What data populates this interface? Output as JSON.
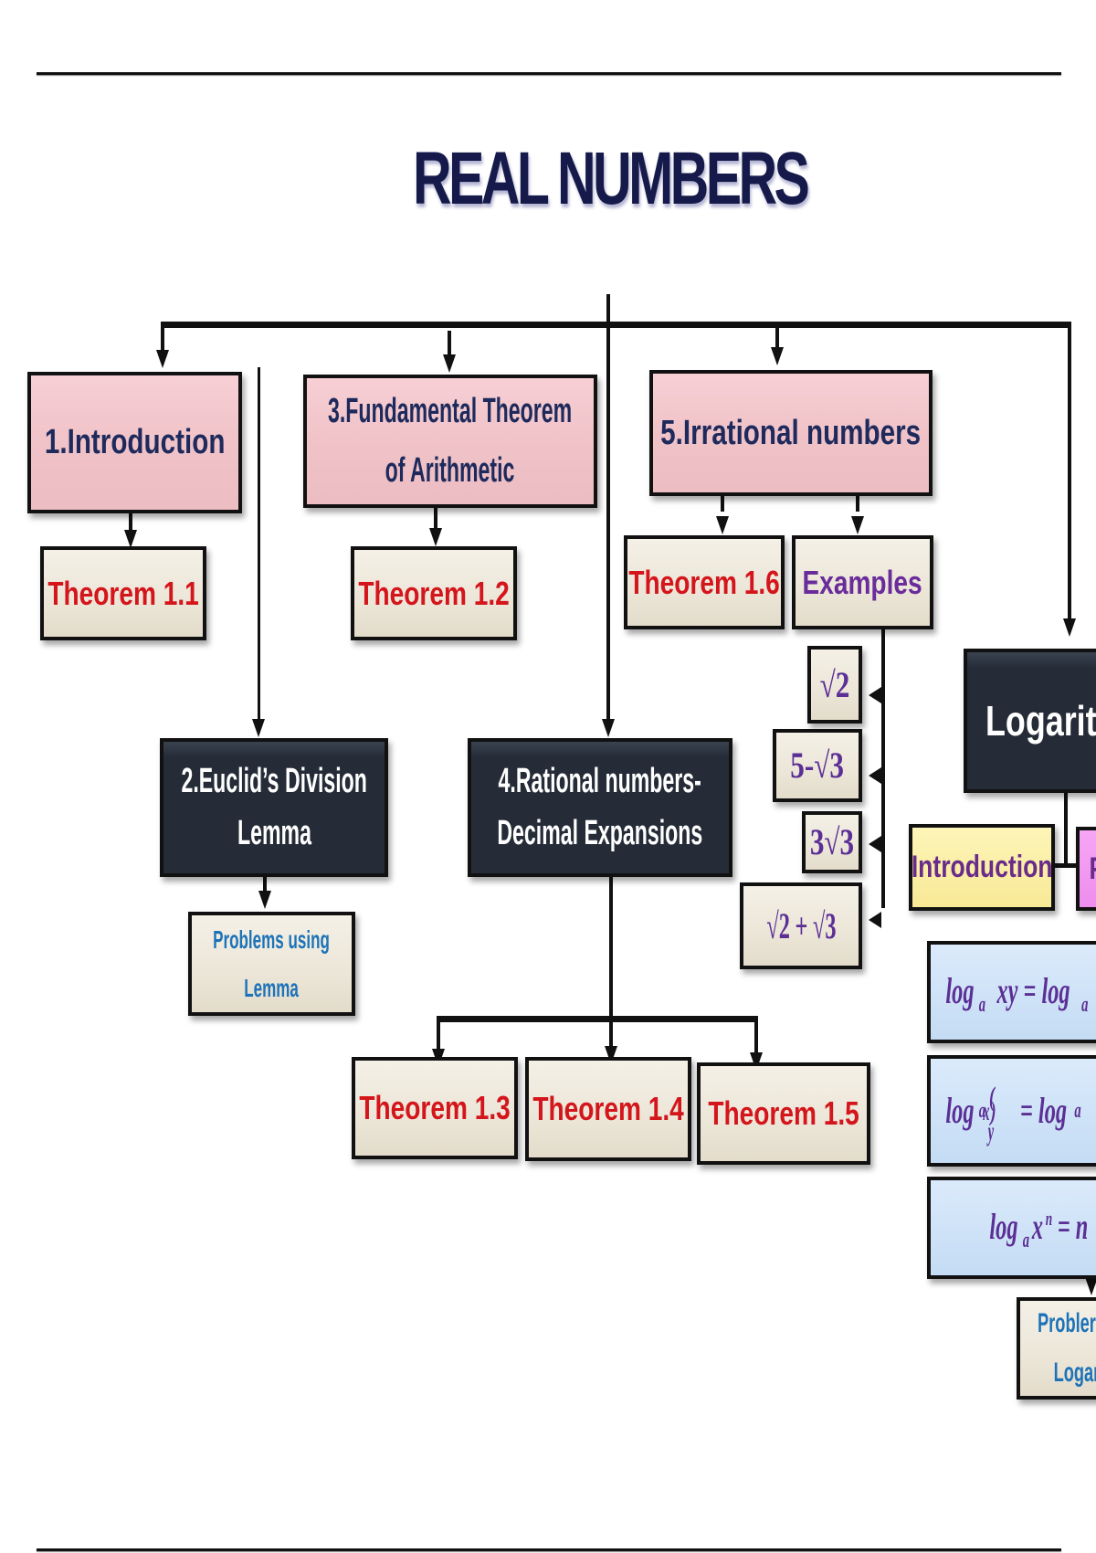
{
  "title": "REAL NUMBERS",
  "nodes": {
    "introduction": "1.Introduction",
    "theorem_1_1": "Theorem 1.1",
    "euclid_line1": "2.Euclid’s Division",
    "euclid_line2": "Lemma",
    "problems_lemma_line1": "Problems using",
    "problems_lemma_line2": "Lemma",
    "fta_line1": "3.Fundamental Theorem",
    "fta_line2": "of Arithmetic",
    "theorem_1_2": "Theorem 1.2",
    "rational_line1": "4.Rational numbers-",
    "rational_line2": "Decimal Expansions",
    "theorem_1_3": "Theorem 1.3",
    "theorem_1_4": "Theorem 1.4",
    "theorem_1_5": "Theorem 1.5",
    "irrational": "5.Irrational numbers",
    "theorem_1_6": "Theorem 1.6",
    "examples": "Examples",
    "example_1": "√2",
    "example_2": "5-√3",
    "example_3": "3√3",
    "example_4_a": "√2",
    "example_4_op": " + ",
    "example_4_b": "√3",
    "logarithms": "Logarith",
    "log_introduction": "Introduction",
    "log_magenta_partial": "P",
    "log_rule_1_lhs": "log",
    "log_rule_1_sub": "a",
    "log_rule_1_rest": "xy = log",
    "log_rule_1_sub2": "a",
    "log_rule_2_lhs": "log",
    "log_rule_2_sub": "a",
    "log_rule_2_num": "x",
    "log_rule_2_den": "y",
    "log_rule_2_rest": " = log",
    "log_rule_2_sub2": "a",
    "log_rule_3_lhs": "log",
    "log_rule_3_sub": "a",
    "log_rule_3_x": "x",
    "log_rule_3_sup": "n",
    "log_rule_3_rest": " = n",
    "problems_log_line1": "Probler",
    "problems_log_line2": "Logar"
  },
  "colors": {
    "title": "#151a4a",
    "theorem_text": "#d4151b",
    "problems_text": "#1d73b8",
    "examples_text": "#6a2c9a",
    "pink_box": "#f0c3c8",
    "dark_box": "#252c38",
    "beige_box": "#ece6d8",
    "yellow_box": "#f8e996",
    "lightblue_box": "#c4dcf4",
    "magenta_box": "#ee8ded"
  }
}
